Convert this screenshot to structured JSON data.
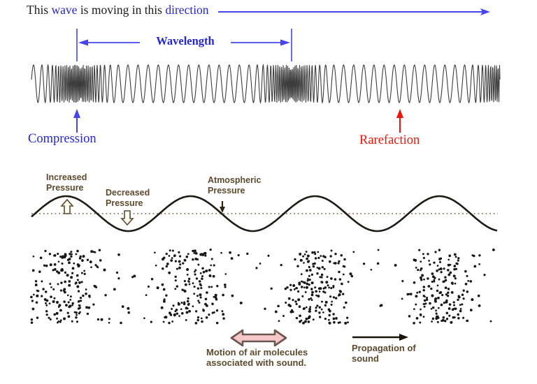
{
  "colors": {
    "blue": "#2626d8",
    "arrow_blue": "#4545ec",
    "red": "#ee1509",
    "wave_ink": "#3c3c3c",
    "curve_ink": "#1e1a14",
    "brown": "#5d4a2e",
    "marker_dark": "#2e2413",
    "dotted_line": "#8a7a60",
    "dot": "#161616",
    "pink_fill": "#f6c6c9",
    "pink_stroke": "#6b564e",
    "block_arrow_fill": "#fffdf4",
    "propagation_ink": "#1a1208"
  },
  "title": {
    "part1": "This ",
    "part2": "wave",
    "part3": " is moving in this ",
    "part4": "direction"
  },
  "labels": {
    "wavelength": "Wavelength",
    "compression": "Compression",
    "rarefaction": "Rarefaction",
    "increased_pressure": "Increased\nPressure",
    "decreased_pressure": "Decreased\nPressure",
    "atmospheric_pressure": "Atmospheric\nPressure",
    "molecule_motion": "Motion of air molecules\nassociated with sound.",
    "propagation": "Propagation of\n sound"
  }
}
